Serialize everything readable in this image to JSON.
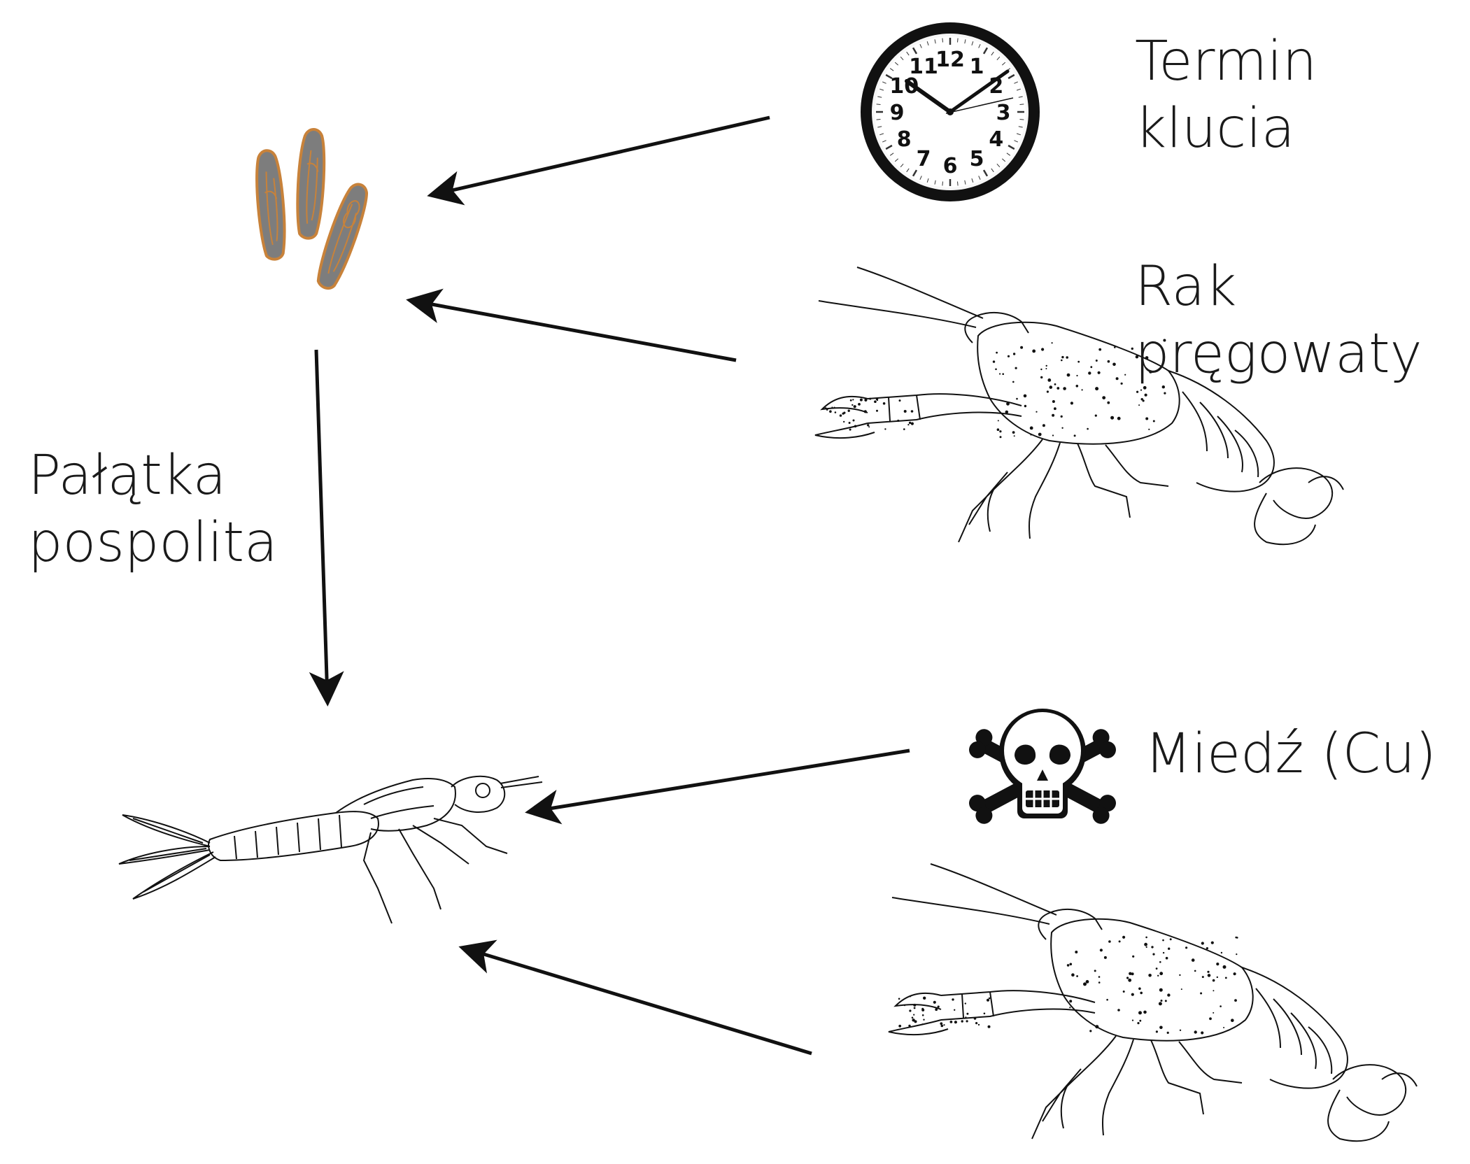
{
  "labels": {
    "hatch_time": [
      "Termin",
      "klucia"
    ],
    "crayfish": [
      "Rak",
      "pręgowaty"
    ],
    "mayfly": [
      "Pałątka",
      "pospolita"
    ],
    "copper": [
      "Miedź (Cu)"
    ]
  },
  "clock": {
    "numerals": [
      "12",
      "1",
      "2",
      "3",
      "4",
      "5",
      "6",
      "7",
      "8",
      "9",
      "10",
      "11"
    ]
  },
  "colors": {
    "ink": "#111111",
    "egg_fill": "#7d7d7d",
    "egg_outline": "#c8823a"
  }
}
